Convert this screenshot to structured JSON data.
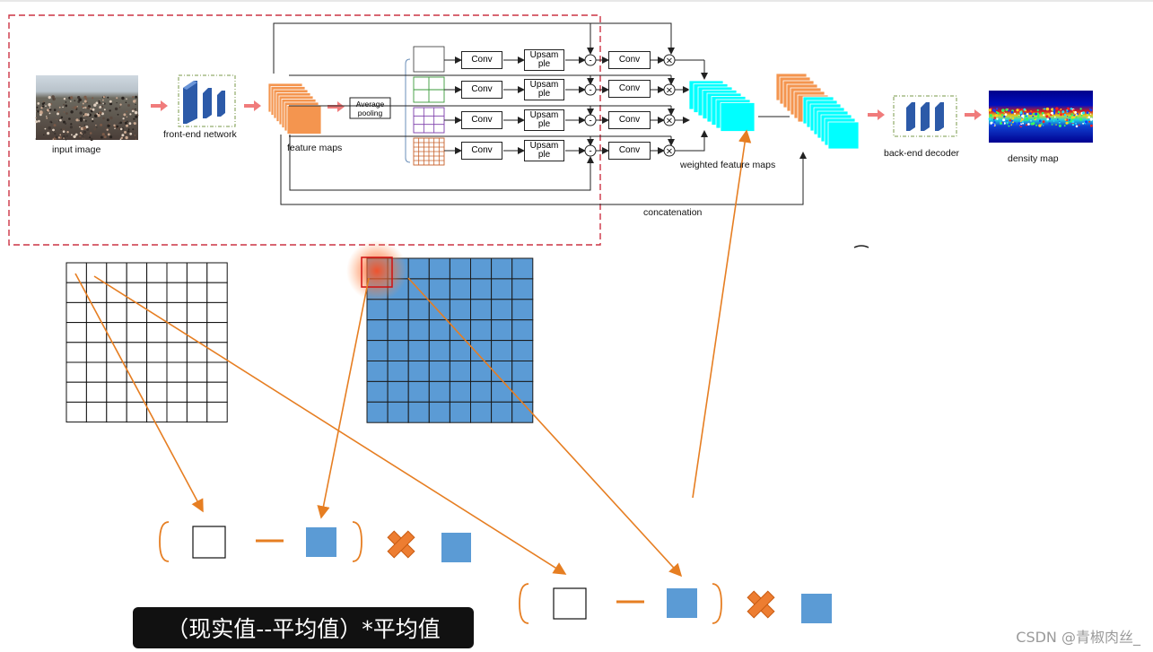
{
  "diagram": {
    "input_image": "input image",
    "front_end": "front-end network",
    "feature_maps": "feature maps",
    "avg_pool": [
      "Average",
      "pooling"
    ],
    "conv": "Conv",
    "upsample": [
      "Upsam",
      "ple"
    ],
    "minus": "-",
    "times": "×",
    "weighted": "weighted feature maps",
    "concat": "concatenation",
    "back_end": "back-end decoder",
    "density": "density map"
  },
  "formula": "（现实值--平均值）*平均值",
  "watermark": "CSDN @青椒肉丝_",
  "colors": {
    "orange_arrow": "#e67e22",
    "blue_grid": "#5b9bd5",
    "red_dashed": "#cc3344",
    "feature_orange": "#f4954f",
    "feature_cyan": "#00ffff",
    "cnn_blue": "#3a6fc4"
  }
}
